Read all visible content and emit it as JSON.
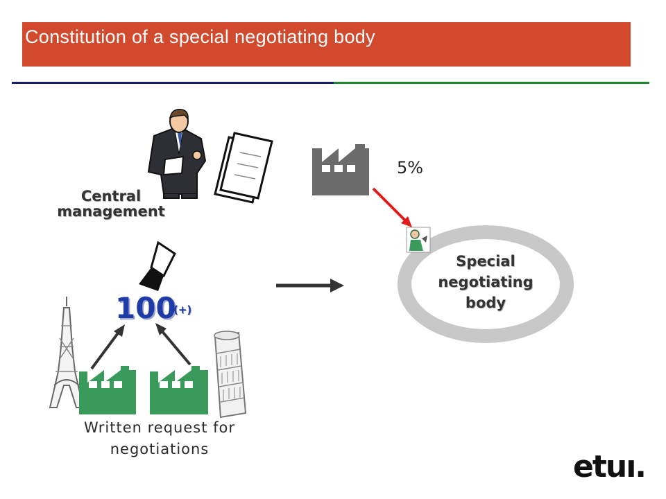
{
  "title": "Constitution of a special negotiating body",
  "central_management": {
    "line1": "Central",
    "line2": "management"
  },
  "threshold": {
    "percent": "5%",
    "count": "100",
    "count_suffix": "(+)"
  },
  "snb": {
    "line1": "Special",
    "line2": "negotiating",
    "line3": "body"
  },
  "request": {
    "line1": "Written request for",
    "line2": "negotiations"
  },
  "logo": "etuı.",
  "icons": [
    "businessman-icon",
    "documents-icon",
    "factory-icon",
    "worker-icon",
    "fountain-pen-icon",
    "eiffel-tower-icon",
    "pisa-tower-icon"
  ],
  "colors": {
    "title_bar": "#d24a2e",
    "factory_gray": "#6b6b6b",
    "factory_green": "#3a9a5c",
    "red_arrow": "#e01b1b",
    "ring": "#c8c8c8"
  }
}
